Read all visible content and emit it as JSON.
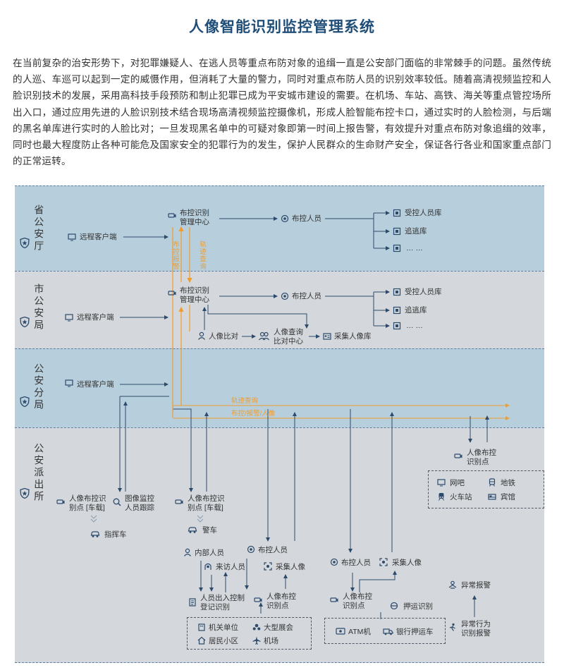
{
  "title": "人像智能识别监控管理系统",
  "intro": "在当前复杂的治安形势下，对犯罪嫌疑人、在逃人员等重点布防对象的追缉一直是公安部门面临的非常棘手的问题。虽然传统的人巡、车巡可以起到一定的威慑作用，但消耗了大量的警力，同时对重点布防人员的识别效率较低。随着高清视频监控和人脸识别技术的发展，采用高科技手段预防和制止犯罪已成为平安城市建设的需要。在机场、车站、高铁、海关等重点管控场所出入口，通过应用先进的人脸识别技术结合现场高清视频监控摄像机，形成人脸智能布控卡口，通过实时的人脸检测，与后端的黑名单库进行实时的人脸比对；一旦发现黑名单中的可疑对象即第一时间上报告警，有效提升对重点布防对象追缉的效率，同时也最大程度防止各种可能危及国家安全的犯罪行为的发生，保护人民群众的生命财产安全，保证各行各业和国家重点部门的正常运转。",
  "colors": {
    "band_blue": "#b7cfdc",
    "band_gray": "#d4d8dd",
    "dash": "#5b7fa6",
    "orange": "#f29c2b",
    "title": "#1f4e79",
    "icon": "#2c4a6b"
  },
  "bands": {
    "province": "省公安厅",
    "city": "市公安局",
    "branch": "公安分局",
    "station": "公安派出所"
  },
  "province": {
    "center": "布控识别\n管理中心",
    "personnel": "布控人员",
    "remote": "远程客户端",
    "db1": "受控人员库",
    "db2": "追逃库",
    "db3": "… …",
    "flow_left": "布控报警",
    "flow_right": "轨迹查询"
  },
  "city": {
    "center": "布控识别\n管理中心",
    "personnel": "布控人员",
    "remote": "远程客户端",
    "db1": "受控人员库",
    "db2": "追逃库",
    "db3": "… …",
    "compare": "人像比对",
    "query": "人像查询\n比对中心",
    "collect": "采集人像库"
  },
  "branch": {
    "remote": "远程客户端",
    "line1": "轨迹查询",
    "line2": "布控/报警/人像"
  },
  "station": {
    "vehicle_point": "人像布控识\n别点 [车载]",
    "image_monitor": "图像监控\n人员跟踪",
    "command_car": "指挥车",
    "vehicle_point2": "人像布控识\n别点 [车载]",
    "police_car": "警车",
    "insider": "内部人员",
    "personnel1": "布控人员",
    "visitor": "来访人员",
    "collect1": "采集人像",
    "entry_control": "人员出入控制\n登记识别",
    "point1": "人像布控\n识别点",
    "personnel2": "布控人员",
    "collect2": "采集人像",
    "point2": "人像布控\n识别点",
    "escort": "押运识别",
    "abnormal_alarm": "异常报警",
    "abnormal_behavior": "异常行为\n识别报警",
    "right_point": "人像布控\n识别点",
    "venues_right": [
      "网吧",
      "地铁",
      "火车站",
      "宾馆"
    ],
    "venues_left": [
      "机关单位",
      "大型展会",
      "居民小区",
      "机场"
    ],
    "venues_mid": [
      "ATM机",
      "银行押运车"
    ]
  }
}
